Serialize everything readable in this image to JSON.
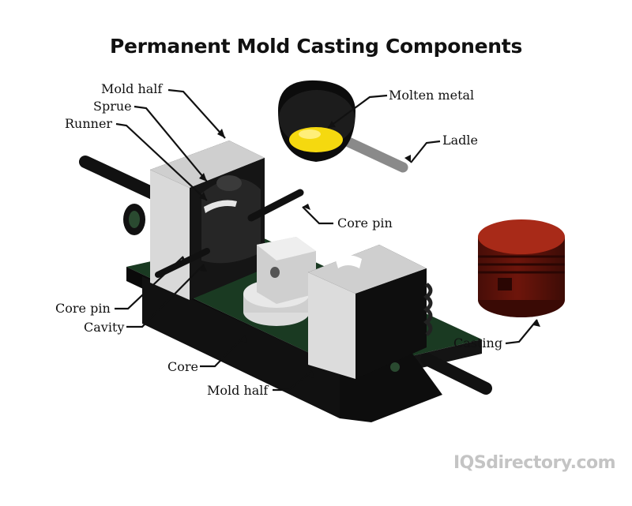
{
  "title": "Permanent Mold Casting Components",
  "labels": {
    "mold_half_top": "Mold half",
    "sprue": "Sprue",
    "runner": "Runner",
    "molten_metal": "Molten metal",
    "ladle": "Ladle",
    "core_pin_right": "Core pin",
    "core_pin_left": "Core pin",
    "cavity": "Cavity",
    "core": "Core",
    "mold_half_bottom": "Mold half",
    "casting": "Casting"
  },
  "watermark": "IQSdirectory.com",
  "colors": {
    "molten_metal": "#f5d90f",
    "casting": "#8e1d10",
    "mold_face": "#d9d9d9",
    "mold_dark": "#111111",
    "base_green": "#12301a"
  }
}
